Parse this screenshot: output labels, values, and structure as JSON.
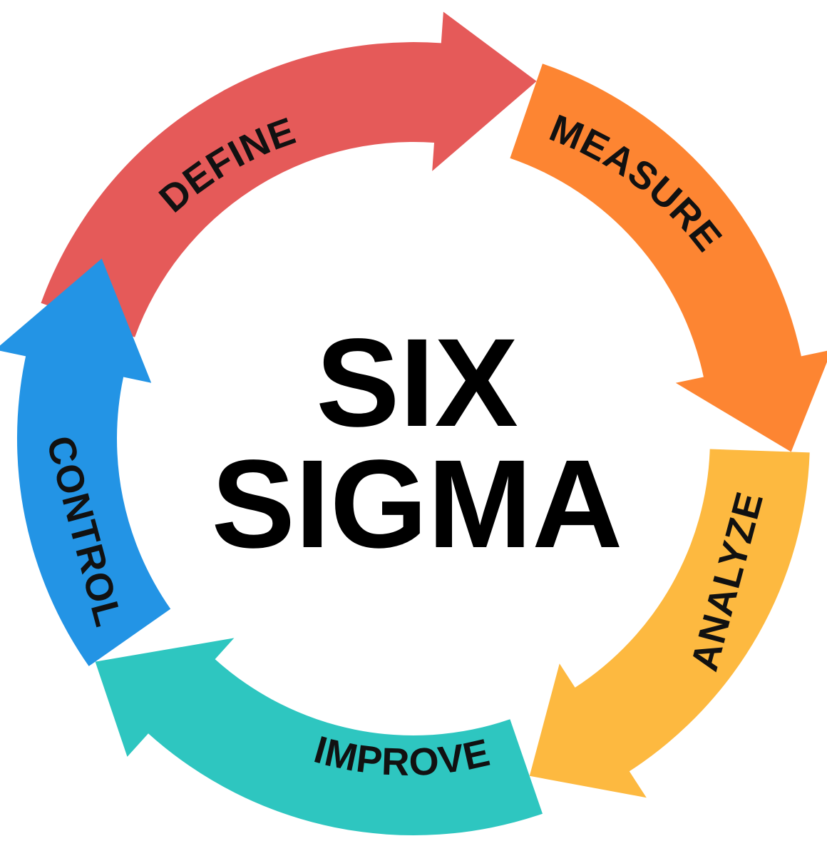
{
  "title": {
    "line1": "SIX",
    "line2": "SIGMA"
  },
  "stages": [
    {
      "name": "define",
      "label": "DEFINE",
      "color": "#E55A59"
    },
    {
      "name": "measure",
      "label": "MEASURE",
      "color": "#FD8532"
    },
    {
      "name": "analyze",
      "label": "ANALYZE",
      "color": "#FDB940"
    },
    {
      "name": "improve",
      "label": "IMPROVE",
      "color": "#2EC6C0"
    },
    {
      "name": "control",
      "label": "CONTROL",
      "color": "#2394E5"
    }
  ]
}
